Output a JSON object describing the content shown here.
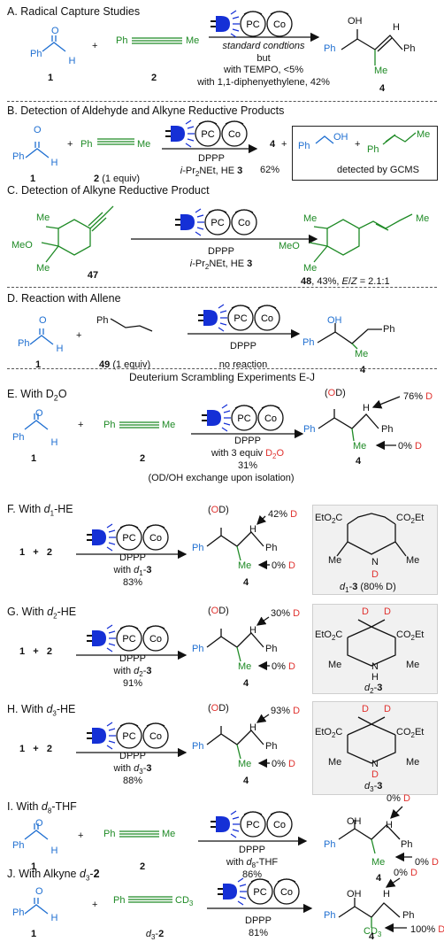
{
  "sections": {
    "A": {
      "title": "A. Radical Capture Studies",
      "r1_label": "1",
      "r2_label": "2",
      "prod_label": "4",
      "cond1": "standard condtions",
      "cond2": "but",
      "cond3": "with TEMPO, <5%",
      "cond4": "with 1,1-diphenyethylene, 42%"
    },
    "B": {
      "title": "B. Detection of Aldehyde and Alkyne Reductive Products",
      "r1_label": "1",
      "r2_label": "2",
      "r2_equiv": "(1 equiv)",
      "cond1": "DPPP",
      "cond2": "i-Pr₂NEt, HE 3",
      "prod": "4",
      "plus": "+",
      "yield": "62%",
      "gcms": "detected by GCMS"
    },
    "C": {
      "title": "C. Detection of Alkyne Reductive Product",
      "sm_label": "47",
      "cond1": "DPPP",
      "cond2": "i-Pr₂NEt, HE 3",
      "prod_label": "48",
      "prod_detail": ", 43%, E/Z = 2.1:1"
    },
    "D": {
      "title": "D. Reaction with Allene",
      "r1_label": "1",
      "r2_label": "49",
      "r2_equiv": "(1 equiv)",
      "cond1": "DPPP",
      "cond2": "no reaction",
      "prod_label": "4"
    },
    "scramble_header": "Deuterium Scrambling Experiments E-J",
    "E": {
      "title": "E. With D₂O",
      "r1_label": "1",
      "r2_label": "2",
      "cond1": "DPPP",
      "cond2": "with 3 equiv",
      "cond2b": "D₂O",
      "yield": "31%",
      "note": "(OD/OH exchange upon isolation)",
      "d_top": "76%",
      "d_bottom": "0%",
      "prod_label": "4"
    },
    "F": {
      "title": "F. With d₁-HE",
      "reactants": "1   +   2",
      "cond1": "DPPP",
      "cond2": "with d₁-3",
      "yield": "83%",
      "d_top": "42%",
      "d_bottom": "0%",
      "prod_label": "4",
      "he_label": "d₁-3 (80% D)"
    },
    "G": {
      "title": "G. With d₂-HE",
      "reactants": "1   +   2",
      "cond1": "DPPP",
      "cond2": "with d₂-3",
      "yield": "91%",
      "d_top": "30%",
      "d_bottom": "0%",
      "prod_label": "4",
      "he_label": "d₂-3"
    },
    "H": {
      "title": "H. With d₃-HE",
      "reactants": "1   +   2",
      "cond1": "DPPP",
      "cond2": "with d₃-3",
      "yield": "88%",
      "d_top": "93%",
      "d_bottom": "0%",
      "prod_label": "4",
      "he_label": "d₃-3"
    },
    "I": {
      "title": "I. With d₈-THF",
      "r1_label": "1",
      "r2_label": "2",
      "cond1": "DPPP",
      "cond2": "with d₈-THF",
      "yield": "86%",
      "d_top": "0%",
      "d_bottom": "0%",
      "prod_label": "4"
    },
    "J": {
      "title": "J. With Alkyne d₃-2",
      "r1_label": "1",
      "r2_label": "d₃-2",
      "cond1": "DPPP",
      "yield": "81%",
      "d_top": "0%",
      "d_bottom": "100%",
      "prod_label": "4"
    }
  },
  "labels": {
    "pc": "PC",
    "co": "Co",
    "oh": "OH",
    "od": "(OD)",
    "ph": "Ph",
    "me": "Me",
    "h": "H",
    "d": "D",
    "meo": "MeO",
    "cd3": "CD₃",
    "eto2c": "EtO₂C",
    "co2et": "CO₂Et"
  },
  "colors": {
    "blue": "#1f6fd1",
    "green": "#1e8a25",
    "red": "#e0322f",
    "lamp": "#1530d6"
  }
}
